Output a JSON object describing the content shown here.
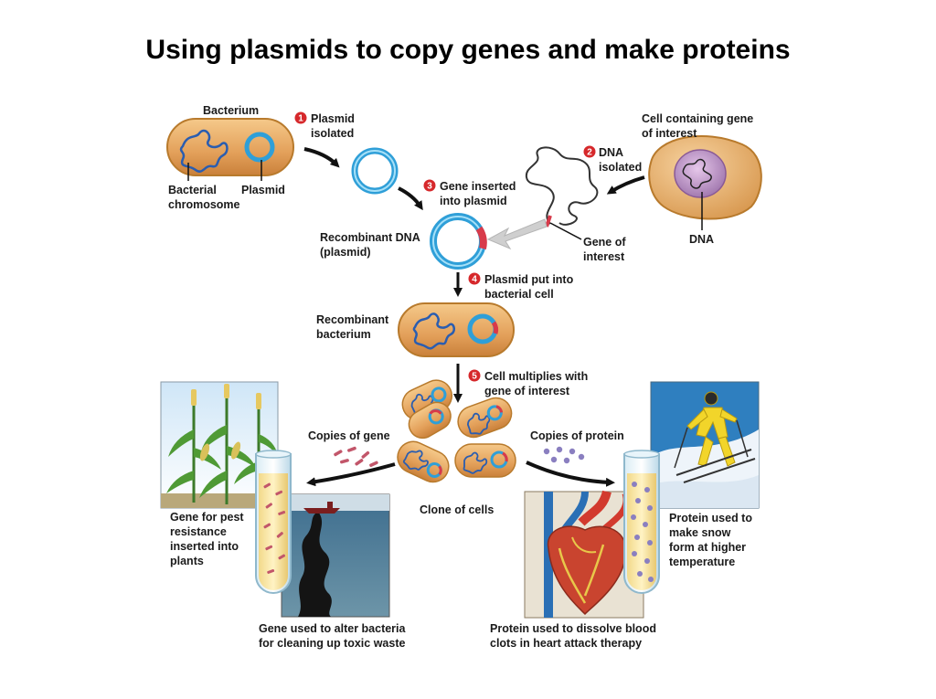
{
  "title": "Using plasmids to copy genes and make proteins",
  "labels": {
    "bacterium": "Bacterium",
    "bacterial_chromosome": [
      "Bacterial",
      "chromosome"
    ],
    "plasmid": "Plasmid",
    "cell_containing_gene": [
      "Cell containing gene",
      "of interest"
    ],
    "dna": "DNA",
    "gene_of_interest": [
      "Gene of",
      "interest"
    ],
    "recombinant_dna": [
      "Recombinant DNA",
      "(plasmid)"
    ],
    "recombinant_bacterium": [
      "Recombinant",
      "bacterium"
    ],
    "clone_of_cells": "Clone of cells",
    "copies_of_gene": "Copies of gene",
    "copies_of_protein": "Copies of protein"
  },
  "steps": [
    {
      "number": "1",
      "text": [
        "Plasmid",
        "isolated"
      ]
    },
    {
      "number": "2",
      "text": [
        "DNA",
        "isolated"
      ]
    },
    {
      "number": "3",
      "text": [
        "Gene inserted",
        "into plasmid"
      ]
    },
    {
      "number": "4",
      "text": [
        "Plasmid put into",
        "bacterial cell"
      ]
    },
    {
      "number": "5",
      "text": [
        "Cell multiplies with",
        "gene of interest"
      ]
    }
  ],
  "applications": {
    "pest_resistance": [
      "Gene for pest",
      "resistance",
      "inserted into",
      "plants"
    ],
    "toxic_waste": [
      "Gene used to alter bacteria",
      "for cleaning up toxic waste"
    ],
    "blood_clots": [
      "Protein used to dissolve blood",
      "clots in heart attack therapy"
    ],
    "snow": [
      "Protein used to",
      "make snow",
      "form at higher",
      "temperature"
    ]
  },
  "colors": {
    "step_badge": "#d6282b",
    "plasmid_ring": "#2f9fd8",
    "gene_insert": "#d83a4a",
    "cell_fill": "#e8a85a",
    "cell_outline": "#b87a2c",
    "chromosome": "#2a5db0"
  }
}
